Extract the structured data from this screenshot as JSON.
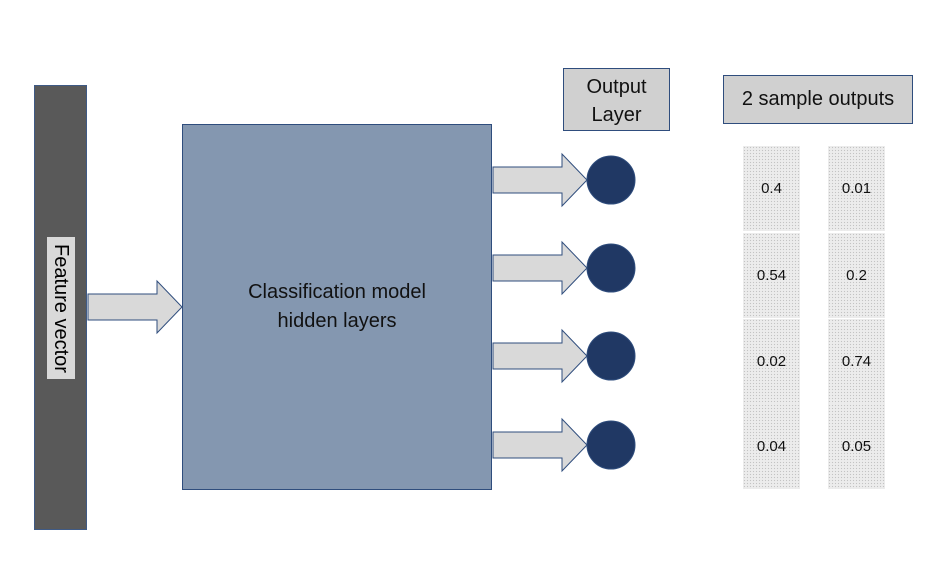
{
  "feature_vector": {
    "label": "Feature vector"
  },
  "model": {
    "label": "Classification model\nhidden layers"
  },
  "output_layer": {
    "title": "Output\nLayer"
  },
  "samples": {
    "title": "2 sample outputs",
    "columns": [
      [
        "0.4",
        "0.54",
        "0.02",
        "0.04"
      ],
      [
        "0.01",
        "0.2",
        "0.74",
        "0.05"
      ]
    ]
  },
  "colors": {
    "node_fill": "#203864",
    "arrow_fill": "#d9d9d9",
    "arrow_stroke": "#2f4d7d",
    "model_fill": "#8497b0",
    "feature_bar_fill": "#595959"
  }
}
